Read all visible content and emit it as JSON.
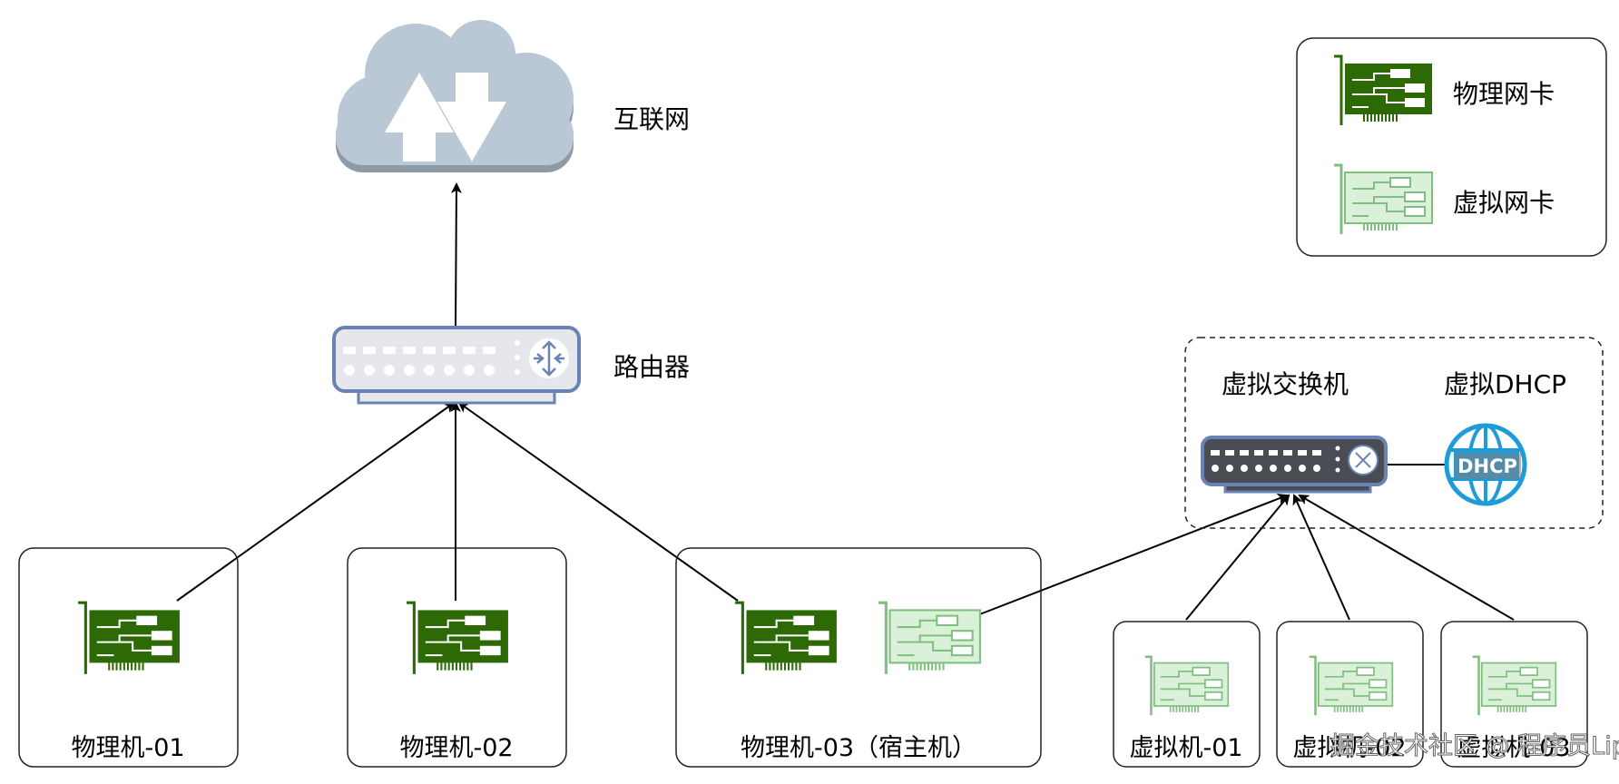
{
  "labels": {
    "internet": "互联网",
    "router": "路由器",
    "vswitch": "虚拟交换机",
    "vdhcp": "虚拟DHCP",
    "dhcp_icon_text": "DHCP",
    "pm1": "物理机-01",
    "pm2": "物理机-02",
    "pm3": "物理机-03（宿主机）",
    "vm1": "虚拟机-01",
    "vm2": "虚拟机-02",
    "vm3": "虚拟机-03"
  },
  "legend": {
    "physical_nic": "物理网卡",
    "virtual_nic": "虚拟网卡"
  },
  "watermark": "掘金技术社区 @ 程序员Lip",
  "colors": {
    "physical_nic": "#2d6a06",
    "virtual_nic_fill": "#dbf0d8",
    "virtual_nic_stroke": "#7fbf7f",
    "cloud": "#b9c8d4",
    "cloud_shadow": "#8e9aa4",
    "router_body": "#e6e7ec",
    "router_border": "#6a82b4",
    "vswitch_body": "#4a4c54",
    "dhcp_blue": "#1e9cd8"
  }
}
